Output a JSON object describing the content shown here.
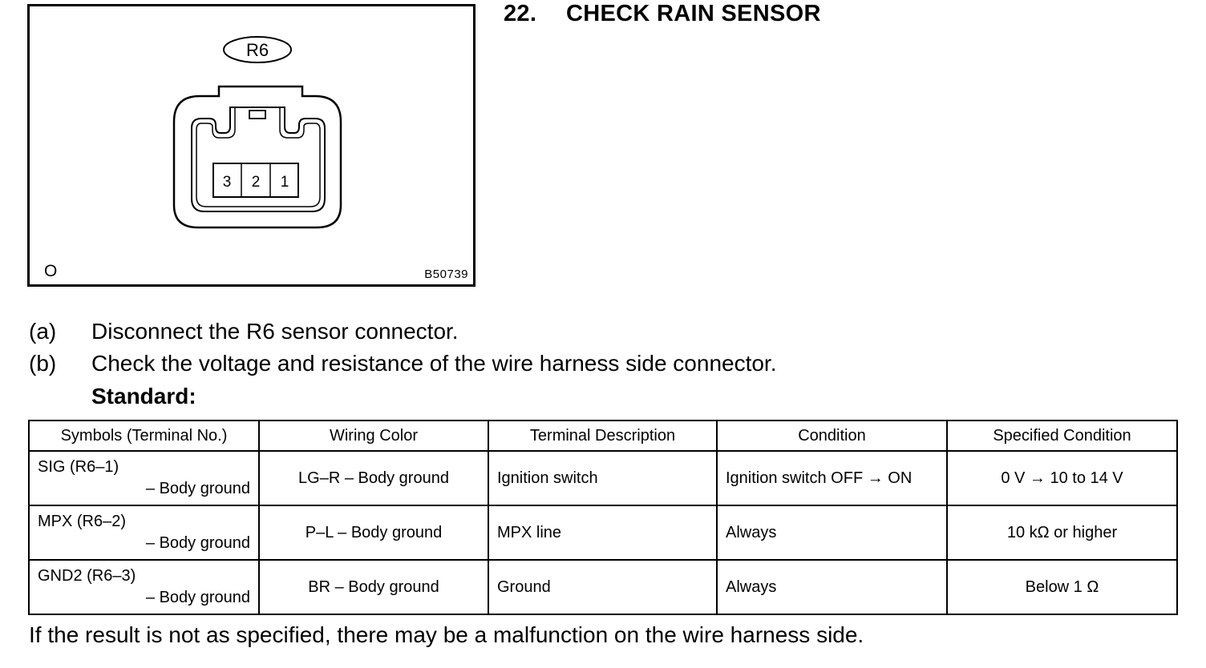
{
  "figure": {
    "connector_label": "R6",
    "pins": [
      "3",
      "2",
      "1"
    ],
    "corner_mark": "O",
    "figure_code": "B50739"
  },
  "step": {
    "number": "22.",
    "title": "CHECK RAIN SENSOR"
  },
  "instructions": [
    {
      "marker": "(a)",
      "text": "Disconnect the R6 sensor connector."
    },
    {
      "marker": "(b)",
      "text": "Check the voltage and resistance of the wire harness side connector."
    }
  ],
  "standard_label": "Standard:",
  "table": {
    "headers": [
      "Symbols (Terminal No.)",
      "Wiring Color",
      "Terminal Description",
      "Condition",
      "Specified Condition"
    ],
    "rows": [
      {
        "symbol": "SIG (R6–1)",
        "symbol_sub": "– Body ground",
        "wiring": "LG–R – Body ground",
        "description": "Ignition switch",
        "condition": "Ignition switch OFF → ON",
        "specified": "0 V → 10 to 14 V"
      },
      {
        "symbol": "MPX (R6–2)",
        "symbol_sub": "– Body ground",
        "wiring": "P–L – Body ground",
        "description": "MPX line",
        "condition": "Always",
        "specified": "10 kΩ or higher"
      },
      {
        "symbol": "GND2 (R6–3)",
        "symbol_sub": "– Body ground",
        "wiring": "BR – Body ground",
        "description": "Ground",
        "condition": "Always",
        "specified": "Below 1 Ω"
      }
    ]
  },
  "footer_note": "If the result is not as specified, there may be a malfunction on the wire harness side."
}
